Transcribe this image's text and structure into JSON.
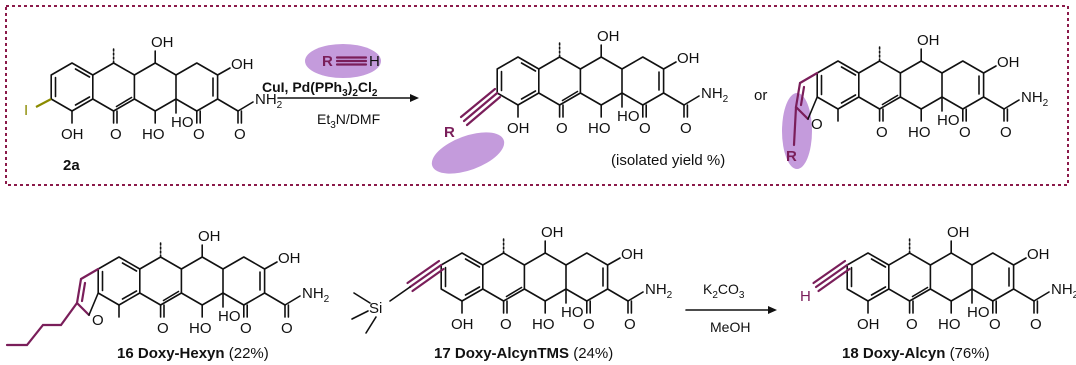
{
  "colors": {
    "border": "#8b1a4a",
    "accent": "#7a1e5a",
    "iodine": "#8b8b00",
    "blob": "#c49bdc",
    "bond": "#111111"
  },
  "atoms": {
    "oh": "OH",
    "nh2": "NH",
    "two": "2",
    "o": "O",
    "ho": "HO",
    "iodine": "I",
    "r": "R",
    "h": "H",
    "si": "Si"
  },
  "scheme_top": {
    "start_label": "2a",
    "reagents": {
      "catalyst_a": "CuI, Pd(PPh",
      "catalyst_sub3": "3",
      "catalyst_b": ")",
      "catalyst_sub2": "2",
      "catalyst_c": "Cl",
      "catalyst_sub2b": "2",
      "solvent_a": "Et",
      "solvent_sub": "3",
      "solvent_b": "N/DMF"
    },
    "or_text": "or",
    "yield_note": "(isolated yield %)"
  },
  "products": [
    {
      "number": "16",
      "name": "Doxy-Hexyn",
      "yield": "(22%)"
    },
    {
      "number": "17",
      "name": "Doxy-AlcynTMS",
      "yield": "(24%)"
    },
    {
      "number": "18",
      "name": "Doxy-Alcyn",
      "yield": "(76%)"
    }
  ],
  "conversion": {
    "reagent_a": "K",
    "reagent_sub2": "2",
    "reagent_b": "CO",
    "reagent_sub3": "3",
    "solvent": "MeOH"
  }
}
